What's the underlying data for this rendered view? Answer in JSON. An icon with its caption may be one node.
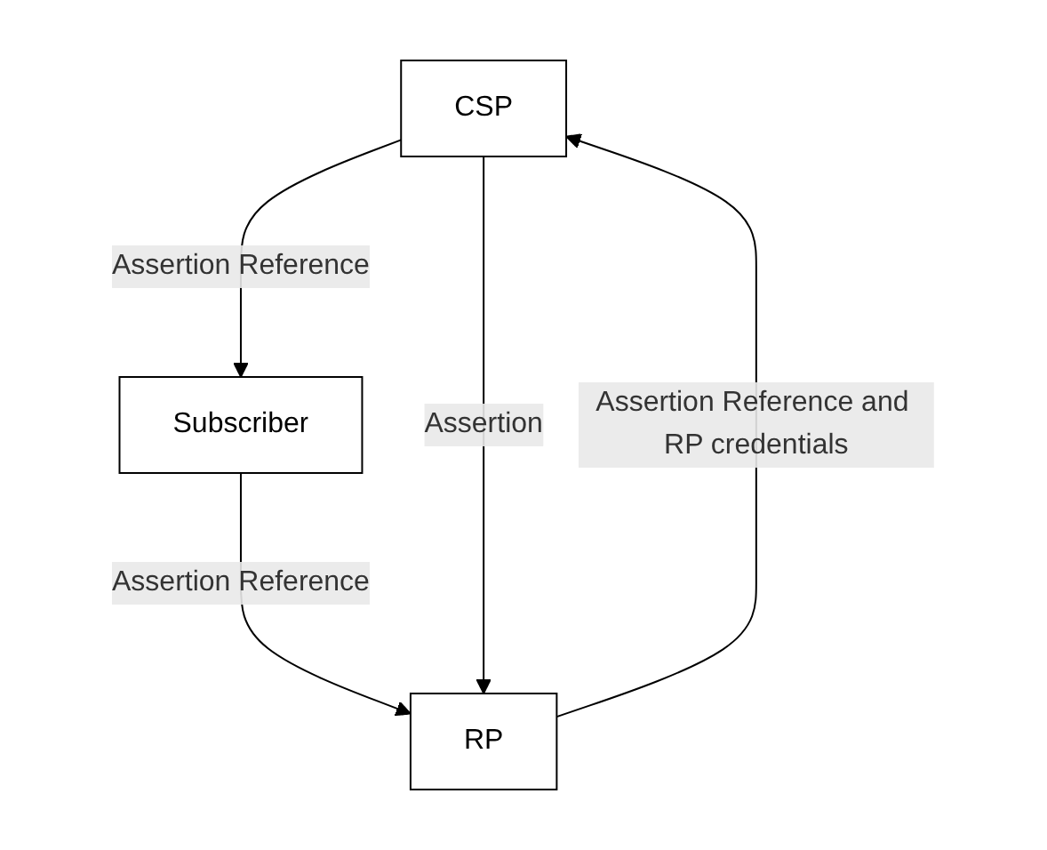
{
  "diagram": {
    "nodes": [
      {
        "text": [
          "CSP"
        ]
      },
      {
        "text": [
          "Subscriber"
        ]
      },
      {
        "text": [
          "RP"
        ]
      }
    ],
    "edges": [
      {
        "from": 0,
        "to": 1,
        "arrow": "to",
        "label": "Assertion Reference"
      },
      {
        "from": 1,
        "to": 2,
        "arrow": "to",
        "label": "Assertion Reference"
      },
      {
        "from": 2,
        "to": 0,
        "arrow": "to",
        "label": "Assertion Reference and RP credentials"
      },
      {
        "from": 0,
        "to": 2,
        "arrow": "to",
        "label": "Assertion"
      }
    ]
  }
}
